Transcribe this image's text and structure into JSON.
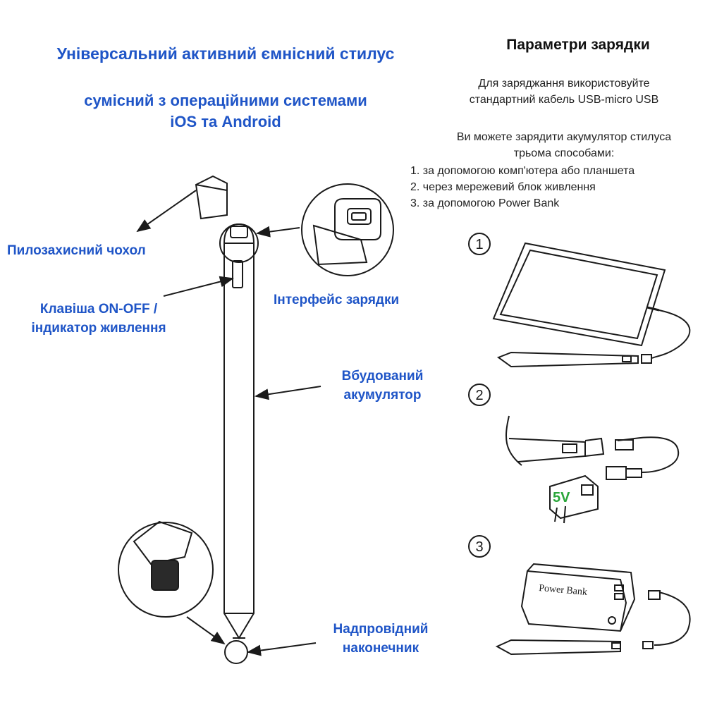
{
  "left": {
    "title": "Універсальний активний ємнісний стилус",
    "compat_line1": "сумісний з операційними системами",
    "compat_line2": "iOS та Android",
    "labels": {
      "cap": "Пилозахисний чохол",
      "button_line1": "Клавіша ON-OFF /",
      "button_line2": "індикатор живлення",
      "charging": "Інтерфейс зарядки",
      "battery_line1": "Вбудований",
      "battery_line2": "акумулятор",
      "tip_line1": "Надпровідний",
      "tip_line2": "наконечник"
    }
  },
  "right": {
    "title": "Параметри зарядки",
    "cable_line1": "Для заряджання використовуйте",
    "cable_line2": "стандартний кабель USB-micro USB",
    "ways_line1": "Ви можете зарядити акумулятор стилуса",
    "ways_line2": "трьома способами:",
    "methods": [
      "1. за допомогою комп'ютера або планшета",
      "2. через мережевий блок живлення",
      "3. за допомогою Power Bank"
    ],
    "step_numbers": [
      "1",
      "2",
      "3"
    ],
    "adapter_label": "5V",
    "powerbank_label": "Power Bank"
  },
  "colors": {
    "label_blue": "#1f55c7",
    "adapter_green": "#2aa63a",
    "line": "#1a1a1a"
  }
}
